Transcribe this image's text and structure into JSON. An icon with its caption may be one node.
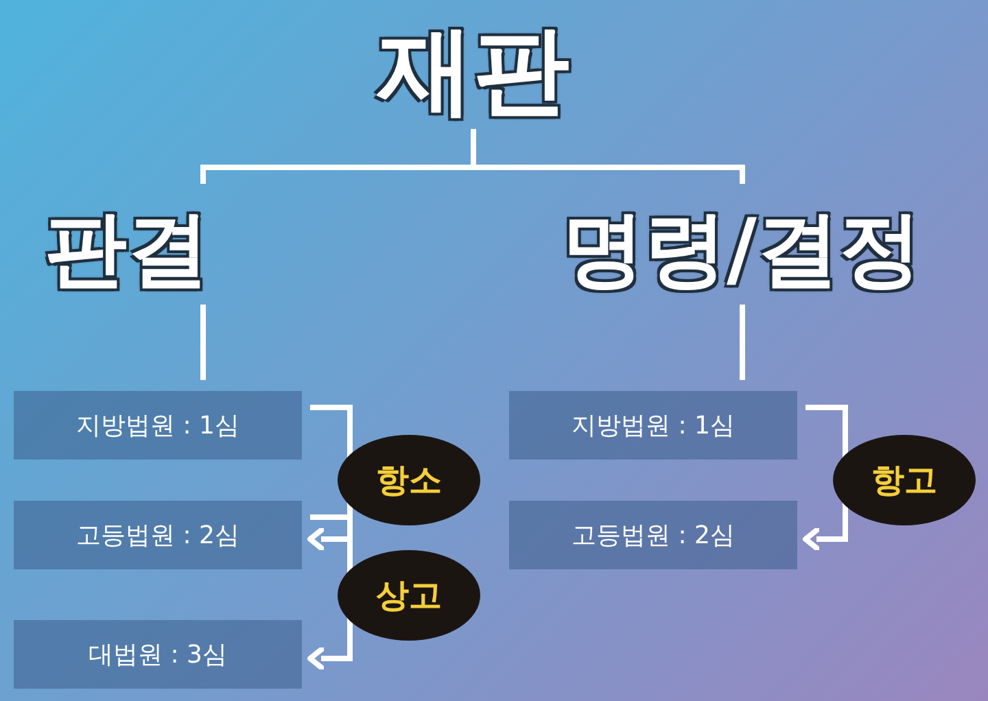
{
  "diagram": {
    "nodes": [
      {
        "text": [
          "재판"
        ]
      },
      {
        "text": [
          "판결"
        ]
      },
      {
        "text": [
          "명령/결정"
        ]
      },
      {
        "text": [
          "지방법원 : 1심"
        ]
      },
      {
        "text": [
          "고등법원 : 2심"
        ]
      },
      {
        "text": [
          "대법원 : 3심"
        ]
      },
      {
        "text": [
          "지방법원 : 1심"
        ]
      },
      {
        "text": [
          "고등법원 : 2심"
        ]
      }
    ],
    "edges": [
      {
        "from": 0,
        "to": 1,
        "arrow": "none"
      },
      {
        "from": 0,
        "to": 2,
        "arrow": "none"
      },
      {
        "from": 1,
        "to": 3,
        "arrow": "none"
      },
      {
        "from": 2,
        "to": 6,
        "arrow": "none"
      },
      {
        "from": 3,
        "to": 4,
        "arrow": "to",
        "label": "항소"
      },
      {
        "from": 4,
        "to": 5,
        "arrow": "to",
        "label": "상고"
      },
      {
        "from": 6,
        "to": 7,
        "arrow": "to",
        "label": "항고"
      }
    ]
  }
}
